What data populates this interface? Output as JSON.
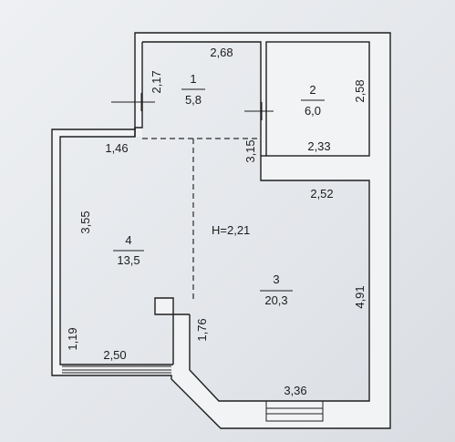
{
  "rooms": [
    {
      "number": "1",
      "area": "5,8"
    },
    {
      "number": "2",
      "area": "6,0"
    },
    {
      "number": "3",
      "area": "20,3"
    },
    {
      "number": "4",
      "area": "13,5"
    }
  ],
  "height_label": "H=2,21",
  "dimensions": {
    "room1_top": "2,68",
    "room1_side": "2,17",
    "room2_side": "2,58",
    "room2_bottom": "2,33",
    "room3_top": "2,52",
    "room3_left_upper": "3,15",
    "room3_right": "4,91",
    "room3_bottom": "3,36",
    "room3_left_lower": "1,76",
    "room4_top": "1,46",
    "room4_left": "3,55",
    "room4_left_lower": "1,19",
    "room4_bottom": "2,50"
  }
}
